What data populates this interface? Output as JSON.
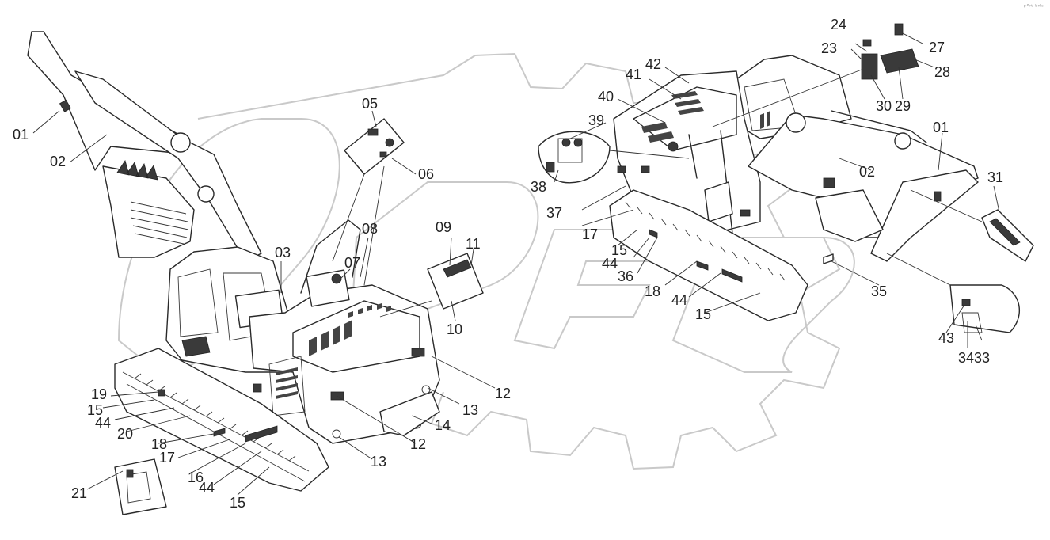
{
  "corner_mark": "ᵖ°ʳᵗ ᵇⁿˡˢ",
  "callouts_left": [
    {
      "id": "01",
      "label": "01"
    },
    {
      "id": "02",
      "label": "02"
    },
    {
      "id": "03",
      "label": "03"
    },
    {
      "id": "05",
      "label": "05"
    },
    {
      "id": "06",
      "label": "06"
    },
    {
      "id": "07",
      "label": "07"
    },
    {
      "id": "08",
      "label": "08"
    },
    {
      "id": "09",
      "label": "09"
    },
    {
      "id": "10",
      "label": "10"
    },
    {
      "id": "11",
      "label": "11"
    },
    {
      "id": "12a",
      "label": "12"
    },
    {
      "id": "12b",
      "label": "12"
    },
    {
      "id": "13a",
      "label": "13"
    },
    {
      "id": "13b",
      "label": "13"
    },
    {
      "id": "14",
      "label": "14"
    },
    {
      "id": "15a",
      "label": "15"
    },
    {
      "id": "15b",
      "label": "15"
    },
    {
      "id": "16",
      "label": "16"
    },
    {
      "id": "17",
      "label": "17"
    },
    {
      "id": "18",
      "label": "18"
    },
    {
      "id": "19",
      "label": "19"
    },
    {
      "id": "20",
      "label": "20"
    },
    {
      "id": "21",
      "label": "21"
    },
    {
      "id": "44a",
      "label": "44"
    },
    {
      "id": "44b",
      "label": "44"
    }
  ],
  "callouts_right": [
    {
      "id": "r01",
      "label": "01"
    },
    {
      "id": "r02",
      "label": "02"
    },
    {
      "id": "r15a",
      "label": "15"
    },
    {
      "id": "r15b",
      "label": "15"
    },
    {
      "id": "r17",
      "label": "17"
    },
    {
      "id": "r18",
      "label": "18"
    },
    {
      "id": "r23",
      "label": "23"
    },
    {
      "id": "r24",
      "label": "24"
    },
    {
      "id": "r27",
      "label": "27"
    },
    {
      "id": "r28",
      "label": "28"
    },
    {
      "id": "r29",
      "label": "29"
    },
    {
      "id": "r30",
      "label": "30"
    },
    {
      "id": "r31",
      "label": "31"
    },
    {
      "id": "r33",
      "label": "33"
    },
    {
      "id": "r34",
      "label": "34"
    },
    {
      "id": "r35",
      "label": "35"
    },
    {
      "id": "r36",
      "label": "36"
    },
    {
      "id": "r37",
      "label": "37"
    },
    {
      "id": "r38",
      "label": "38"
    },
    {
      "id": "r39",
      "label": "39"
    },
    {
      "id": "r40",
      "label": "40"
    },
    {
      "id": "r41",
      "label": "41"
    },
    {
      "id": "r42",
      "label": "42"
    },
    {
      "id": "r43",
      "label": "43"
    },
    {
      "id": "r44a",
      "label": "44"
    },
    {
      "id": "r44b",
      "label": "44"
    }
  ]
}
